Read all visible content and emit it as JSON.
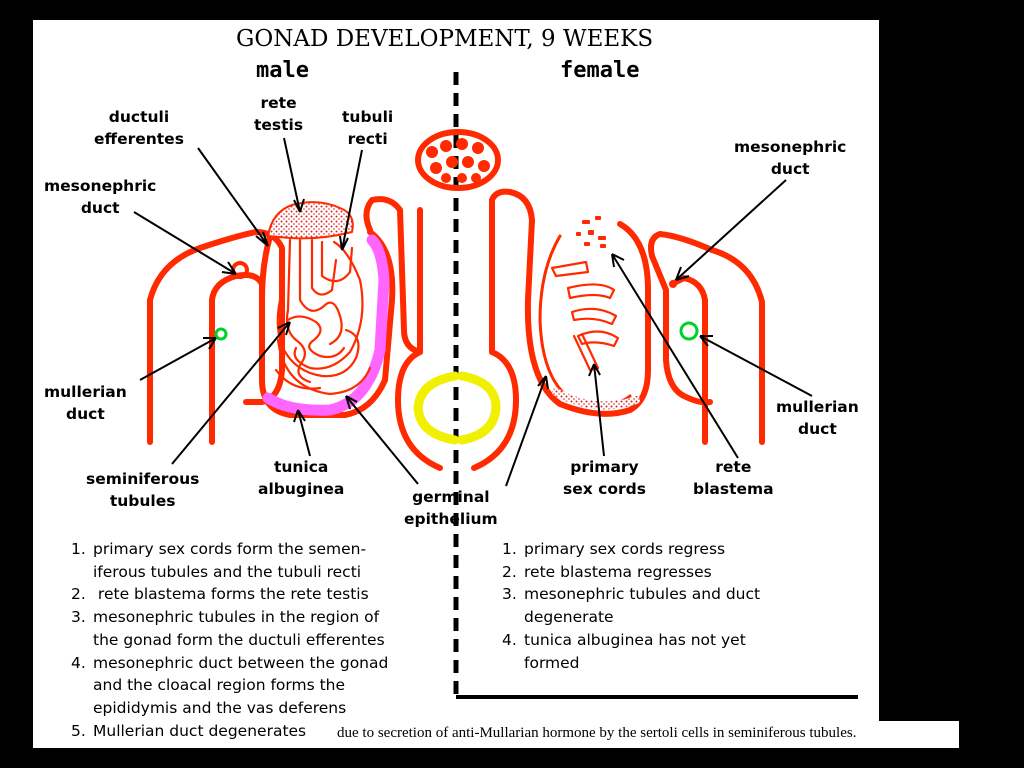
{
  "title": "GONAD DEVELOPMENT, 9 WEEKS",
  "headers": {
    "male": "male",
    "female": "female"
  },
  "labels": {
    "ductuli_efferentes": [
      "ductuli",
      "efferentes"
    ],
    "rete_testis": [
      "rete",
      "testis"
    ],
    "tubuli_recti": [
      "tubuli",
      "recti"
    ],
    "mesonephric_duct_male": [
      "mesonephric",
      "duct"
    ],
    "mesonephric_duct_female": [
      "mesonephric",
      "duct"
    ],
    "mullerian_duct_male": [
      "mullerian",
      "duct"
    ],
    "mullerian_duct_female": [
      "mullerian",
      "duct"
    ],
    "seminiferous_tubules": [
      "seminiferous",
      "tubules"
    ],
    "tunica_albuginea": [
      "tunica",
      "albuginea"
    ],
    "germinal_epithelium": [
      "germinal",
      "epithelium"
    ],
    "primary_sex_cords": [
      "primary",
      "sex cords"
    ],
    "rete_blastema": [
      "rete",
      "blastema"
    ]
  },
  "male_notes": [
    {
      "num": "1.",
      "lines": [
        "primary sex cords form the semen-",
        "iferous tubules and the tubuli recti"
      ]
    },
    {
      "num": "2.",
      "lines": [
        " rete blastema forms the rete testis"
      ]
    },
    {
      "num": "3.",
      "lines": [
        "mesonephric tubules in the region of",
        "the gonad form the ductuli efferentes"
      ]
    },
    {
      "num": "4.",
      "lines": [
        "mesonephric duct between the gonad",
        "and the cloacal region forms the",
        "epididymis and the vas deferens"
      ]
    },
    {
      "num": "5.",
      "lines": [
        "Mullerian duct degenerates"
      ]
    }
  ],
  "female_notes": [
    {
      "num": "1.",
      "lines": [
        "primary sex cords regress"
      ]
    },
    {
      "num": "2.",
      "lines": [
        "rete blastema regresses"
      ]
    },
    {
      "num": "3.",
      "lines": [
        "mesonephric tubules and duct",
        "degenerate"
      ]
    },
    {
      "num": "4.",
      "lines": [
        "tunica albuginea has not yet",
        "formed"
      ]
    }
  ],
  "footnote": "due to secretion of anti-Mullarian hormone by the sertoli cells in seminiferous tubules.",
  "colors": {
    "tissue": "#ff2a00",
    "tunica": "#ff66ff",
    "mullerian": "#00d02a",
    "yolk": "#f0f000",
    "background": "#000000"
  }
}
